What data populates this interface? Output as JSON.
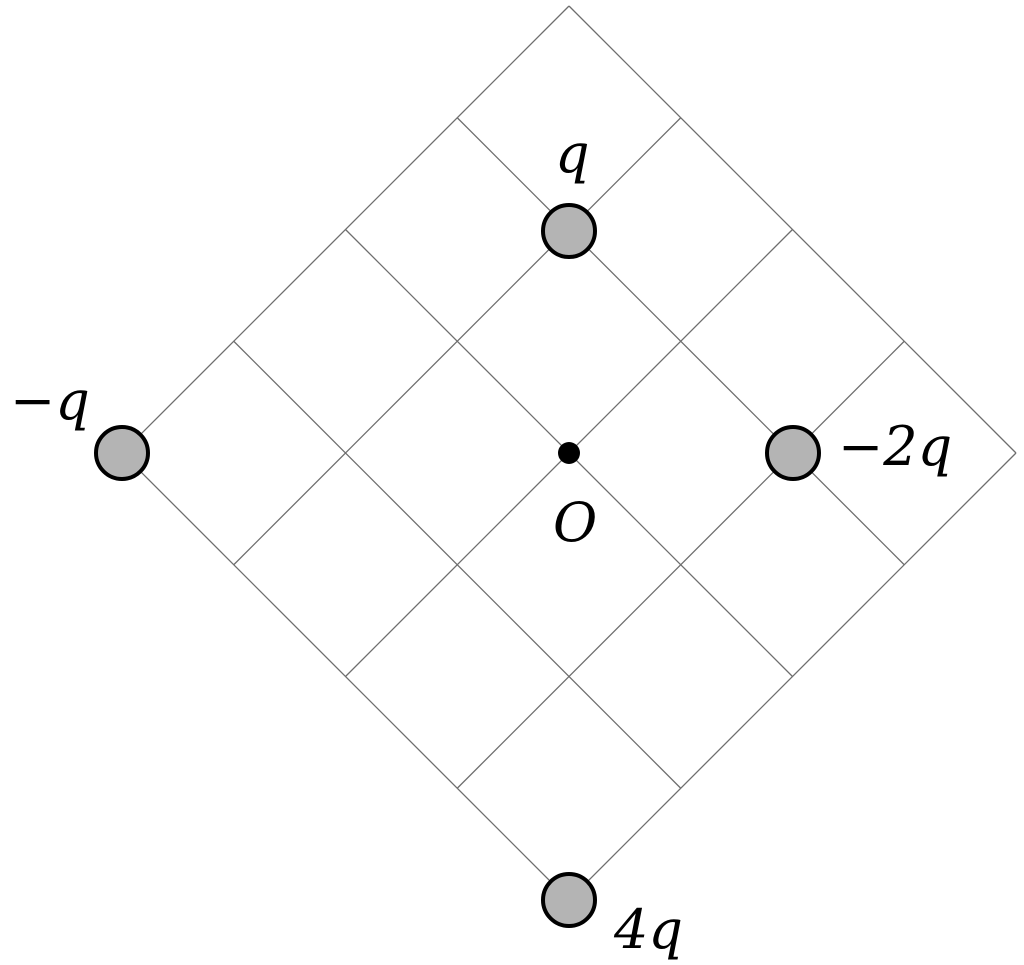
{
  "diagram": {
    "grid_divisions": 4,
    "charges": [
      {
        "id": "top",
        "label": "q"
      },
      {
        "id": "left",
        "label": "−q"
      },
      {
        "id": "right",
        "label": "−2q"
      },
      {
        "id": "bottom",
        "label": "4q"
      }
    ],
    "origin_label": "O",
    "colors": {
      "charge_fill": "#b4b4b4",
      "charge_stroke": "#000000",
      "grid_line": "#6e6e6e"
    }
  }
}
